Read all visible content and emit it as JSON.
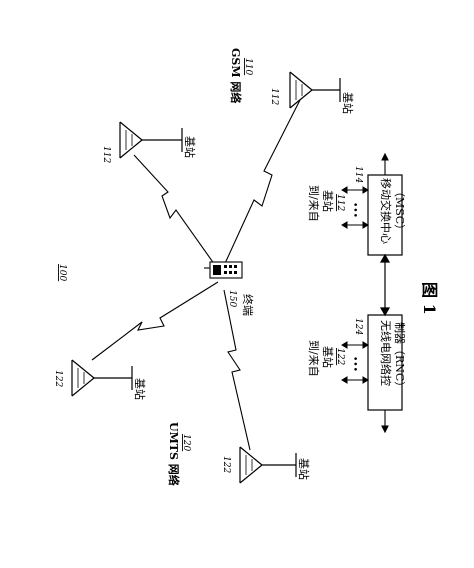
{
  "figure": {
    "ref_system": "100",
    "caption": "图 1",
    "colors": {
      "ink": "#000000",
      "paper": "#ffffff"
    }
  },
  "gsm": {
    "name": "GSM 网络",
    "ref": "110",
    "tower_ref": "112",
    "base_station_label": "基站"
  },
  "umts": {
    "name": "UMTS 网络",
    "ref": "120",
    "tower_ref": "122",
    "base_station_label": "基站"
  },
  "terminal": {
    "ref": "150",
    "label": "终端"
  },
  "msc": {
    "line1": "移动交换中心",
    "line2": "（MSC）",
    "ref": "114",
    "to_from": "到/来自",
    "base_stations": "基站",
    "bs_ref": "112",
    "dots": "•••"
  },
  "rnc": {
    "line1": "无线电网络控",
    "line2": "制器（RNC）",
    "ref": "124",
    "to_from": "到/来自",
    "base_stations": "基站",
    "bs_ref": "122",
    "dots": "•••"
  },
  "icons": {
    "tower": "antenna-tower-icon",
    "phone": "mobile-phone-icon",
    "link": "radio-link-icon"
  }
}
